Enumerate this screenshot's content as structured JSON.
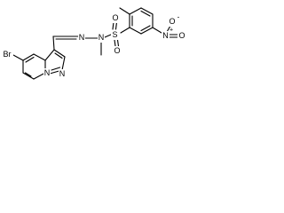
{
  "labels": {
    "br": "Br",
    "n_ring1": "N",
    "n_ring2": "N",
    "n_hydrazone1": "N",
    "n_hydrazone2": "N",
    "s": "S",
    "o1": "O",
    "o2": "O",
    "n_nitro": "N",
    "o_nitro_top": "O",
    "o_nitro_right": "O"
  },
  "charges": {
    "n_nitro": "+",
    "o_nitro_top": "-"
  }
}
